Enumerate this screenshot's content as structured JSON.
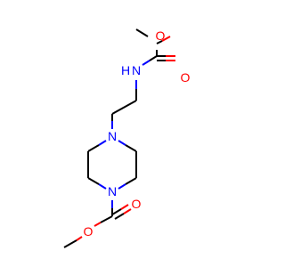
{
  "molecule": {
    "atoms": {
      "o_ether_top": "O",
      "o_carbonyl_top": "O",
      "nh_carbamate": "H",
      "n_carbamate": "N",
      "n_piperazine_top": "N",
      "n_piperazine_bottom": "N",
      "o_carbonyl_bottom": "O",
      "o_ether_bottom": "O"
    }
  },
  "colors": {
    "carbon_bond": "#000000",
    "oxygen": "#ff0000",
    "nitrogen": "#0000ff",
    "background": "#ffffff"
  }
}
